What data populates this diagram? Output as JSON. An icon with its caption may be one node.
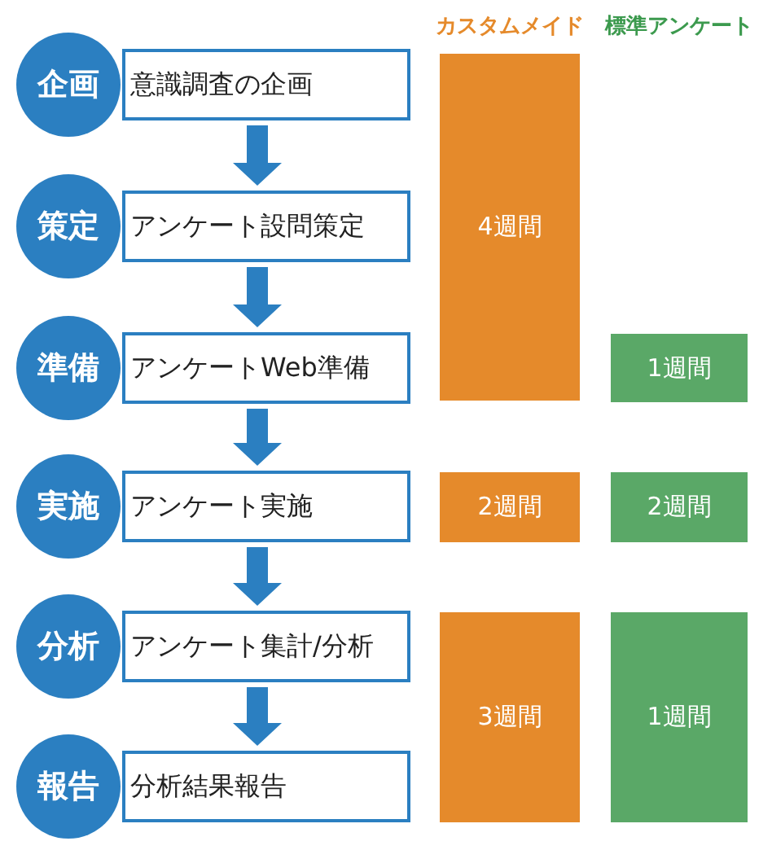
{
  "diagram": {
    "nodes": [
      {
        "text": [
          "企画"
        ]
      },
      {
        "text": [
          "意識調査の企画"
        ]
      },
      {
        "text": [
          "策定"
        ]
      },
      {
        "text": [
          "アンケート設問策定"
        ]
      },
      {
        "text": [
          "準備"
        ]
      },
      {
        "text": [
          "アンケートWeb準備"
        ]
      },
      {
        "text": [
          "実施"
        ]
      },
      {
        "text": [
          "アンケート実施"
        ]
      },
      {
        "text": [
          "分析"
        ]
      },
      {
        "text": [
          "アンケート集計/分析"
        ]
      },
      {
        "text": [
          "報告"
        ]
      },
      {
        "text": [
          "分析結果報告"
        ]
      },
      {
        "text": [
          "4週間"
        ]
      },
      {
        "text": [
          "2週間"
        ]
      },
      {
        "text": [
          "3週間"
        ]
      },
      {
        "text": [
          "1週間"
        ]
      },
      {
        "text": [
          "2週間"
        ]
      },
      {
        "text": [
          "1週間"
        ]
      }
    ],
    "edges": [
      {
        "from": 1,
        "to": 3,
        "arrow": "to"
      },
      {
        "from": 3,
        "to": 5,
        "arrow": "to"
      },
      {
        "from": 5,
        "to": 7,
        "arrow": "to"
      },
      {
        "from": 7,
        "to": 9,
        "arrow": "to"
      },
      {
        "from": 9,
        "to": 11,
        "arrow": "to"
      }
    ],
    "labels": [
      "カスタムメイド",
      "標準アンケート"
    ]
  }
}
